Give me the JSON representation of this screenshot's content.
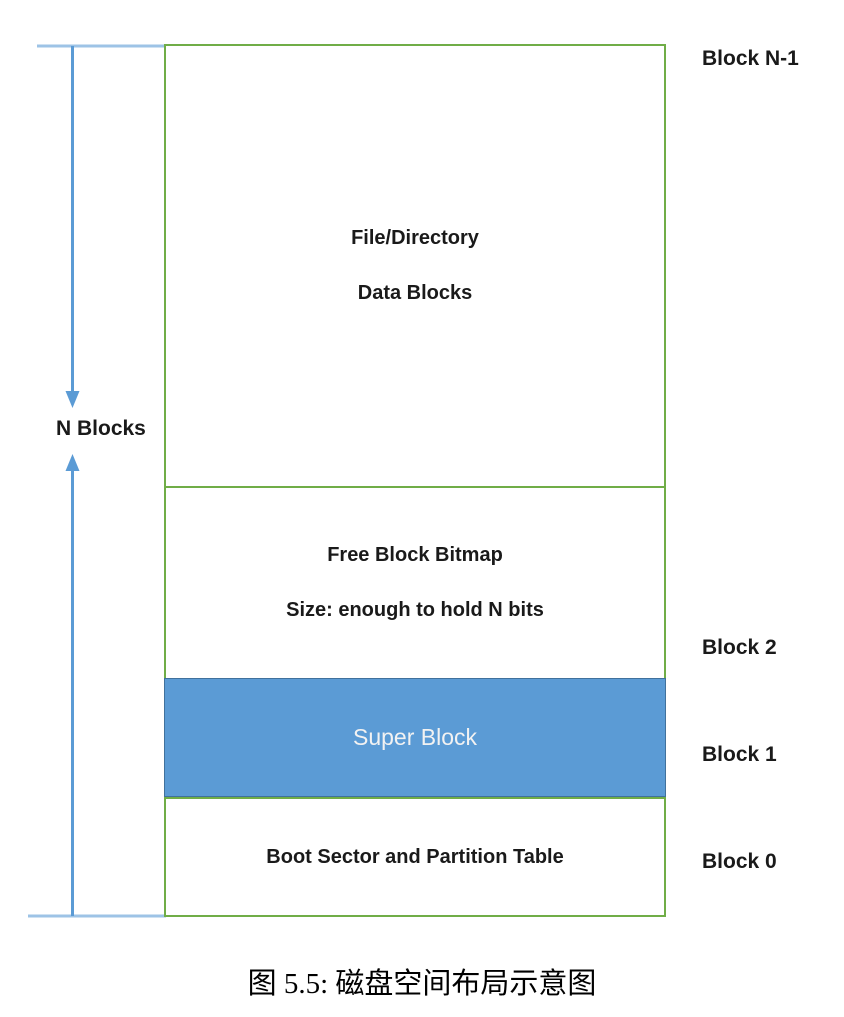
{
  "diagram": {
    "left_axis_label": "N Blocks",
    "blocks": {
      "data": {
        "line1": "File/Directory",
        "line2": "Data Blocks"
      },
      "bitmap": {
        "line1": "Free Block Bitmap",
        "line2": "Size: enough to hold N bits"
      },
      "super": {
        "line1": "Super Block"
      },
      "boot": {
        "line1": "Boot Sector and Partition Table"
      }
    },
    "right_labels": {
      "block_n1": "Block N-1",
      "block_2": "Block 2",
      "block_1": "Block 1",
      "block_0": "Block 0"
    }
  },
  "caption": "图 5.5: 磁盘空间布局示意图",
  "colors": {
    "green": "#70AD47",
    "blue-fill": "#5B9BD5",
    "blue-border": "#41719C",
    "arrow-blue": "#5B9BD5",
    "light-blue": "#9DC3E6",
    "super-text": "#F2F2F2"
  }
}
